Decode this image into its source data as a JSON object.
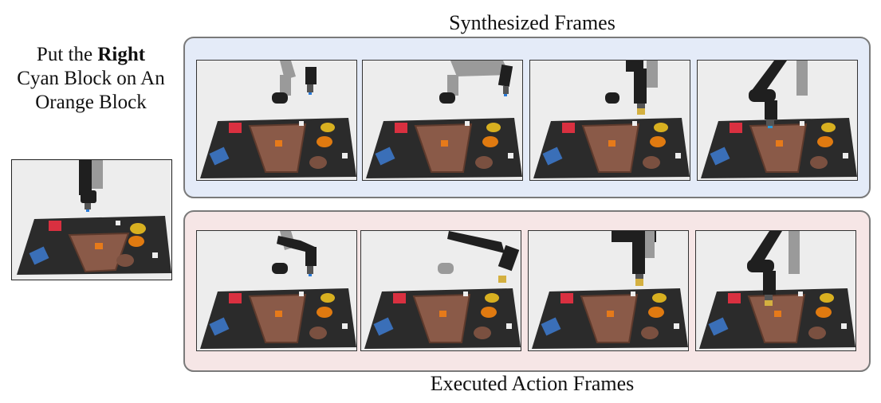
{
  "instruction": {
    "part1": "Put the ",
    "emphasis": "Right",
    "part2": "Cyan Block on An Orange Block"
  },
  "titles": {
    "synthesized": "Synthesized Frames",
    "executed": "Executed Action Frames"
  },
  "colors": {
    "synth_panel_bg": "#e4ebf8",
    "exec_panel_bg": "#f6e6e6",
    "table": "#2b2b2b",
    "tray": "#8a5a48",
    "red_block": "#d93040",
    "blue_block": "#3a6fb8",
    "orange_bowl": "#e07a10",
    "yellow_bowl": "#d8b020",
    "robot_arm": "#1f1f1f"
  }
}
